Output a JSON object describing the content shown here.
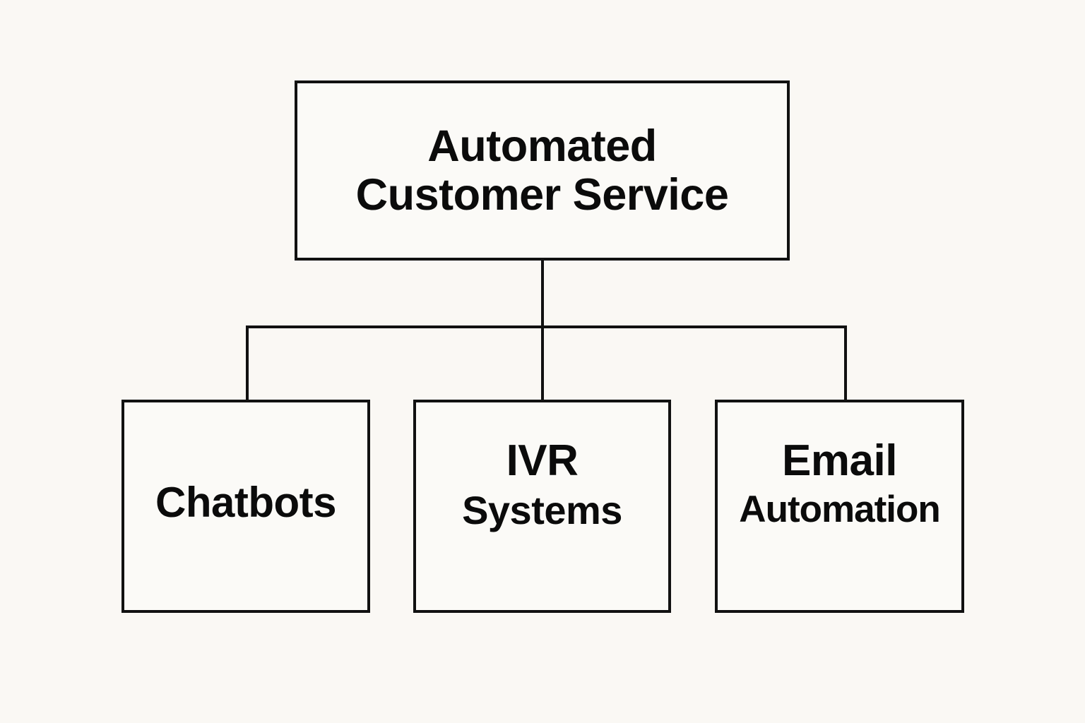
{
  "diagram": {
    "type": "tree",
    "orientation": "top-down",
    "background_color": "#faf8f4",
    "node_fill_color": "#fbfaf7",
    "stroke_color": "#111111",
    "root": {
      "id": "automated-customer-service",
      "lines": [
        "Automated",
        "Customer Service"
      ]
    },
    "children": [
      {
        "id": "chatbots",
        "lines": [
          "Chatbots"
        ]
      },
      {
        "id": "ivr-systems",
        "lines": [
          "IVR",
          "Systems"
        ]
      },
      {
        "id": "email-automation",
        "lines": [
          "Email",
          "Automation"
        ]
      }
    ]
  }
}
